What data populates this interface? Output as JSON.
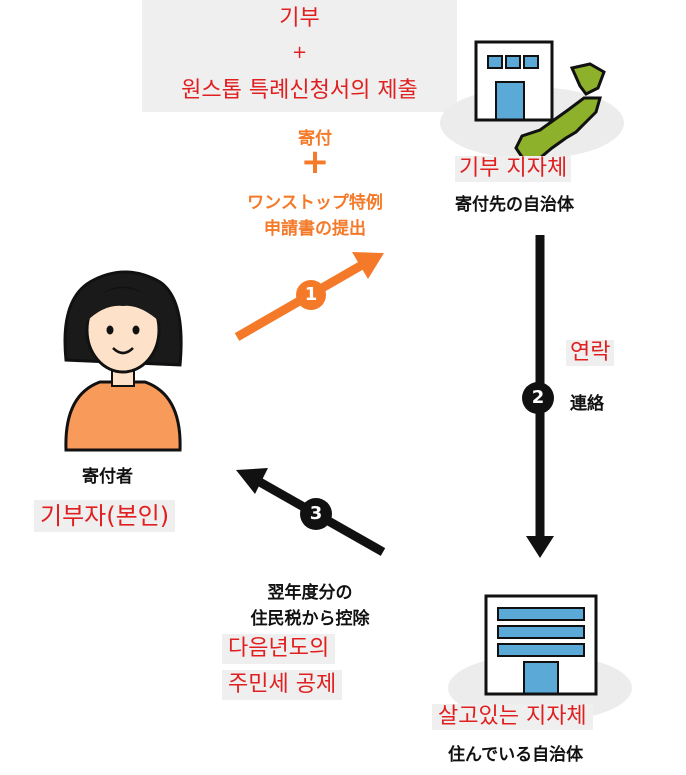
{
  "top_overlay": {
    "line1": "기부",
    "line2": "+",
    "line3": "원스톱 특례신청서의 제출"
  },
  "step1": {
    "number": "1",
    "jp_line1": "寄付",
    "jp_plus": "+",
    "jp_line2": "ワンストップ特例",
    "jp_line3": "申請書の提出"
  },
  "dest_municipality": {
    "ko": "기부 지자체",
    "jp": "寄付先の自治体"
  },
  "step2": {
    "number": "2",
    "ko": "연락",
    "jp": "連絡"
  },
  "donor": {
    "jp": "寄付者",
    "ko": "기부자(본인)"
  },
  "step3": {
    "number": "3",
    "jp_line1": "翌年度分の",
    "jp_line2": "住民税から控除",
    "ko_line1": "다음년도의",
    "ko_line2": "주민세 공제"
  },
  "home_municipality": {
    "ko": "살고있는 지자체",
    "jp": "住んでいる自治体"
  },
  "colors": {
    "orange": "#f47a2a",
    "red_text": "#e02020",
    "dark": "#111111",
    "building_blue": "#5aa9d6",
    "japan_green": "#8db12a",
    "skin": "#fde1c8",
    "shirt": "#f79a5a"
  }
}
